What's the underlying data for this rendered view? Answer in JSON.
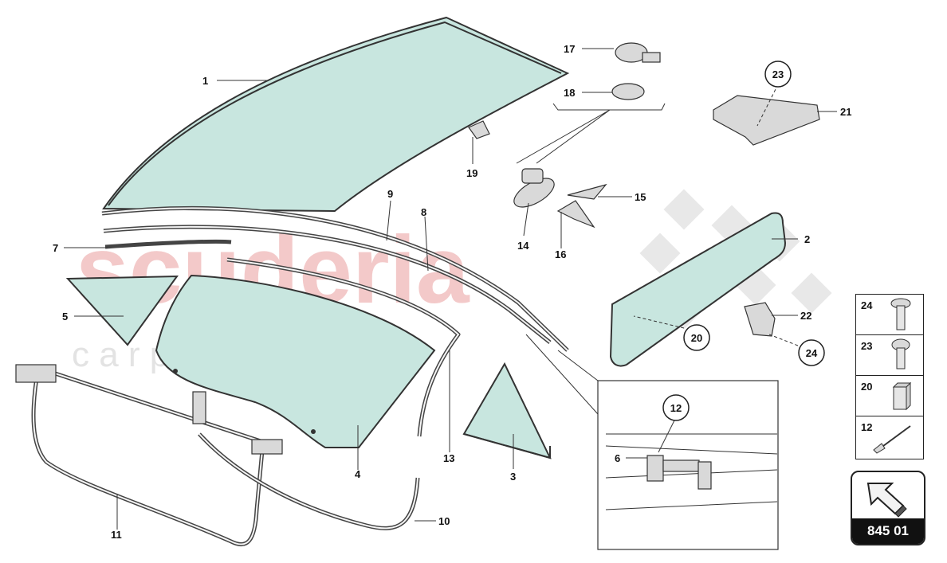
{
  "watermark": {
    "brand": "scuderia",
    "sub": "c a r   p a r t s"
  },
  "callouts": {
    "p1": "1",
    "p2": "2",
    "p3": "3",
    "p4": "4",
    "p5": "5",
    "p6": "6",
    "p7": "7",
    "p8": "8",
    "p9": "9",
    "p10": "10",
    "p11": "11",
    "p12": "12",
    "p13": "13",
    "p14": "14",
    "p15": "15",
    "p16": "16",
    "p17": "17",
    "p18": "18",
    "p19": "19",
    "p20": "20",
    "p21": "21",
    "p22": "22",
    "p23": "23",
    "p24": "24"
  },
  "circled": {
    "c12": "12",
    "c20": "20",
    "c23": "23",
    "c24": "24"
  },
  "legend": [
    {
      "num": "24",
      "icon": "bolt-flange-icon"
    },
    {
      "num": "23",
      "icon": "bolt-icon"
    },
    {
      "num": "20",
      "icon": "spacer-block-icon"
    },
    {
      "num": "12",
      "icon": "rivet-icon"
    }
  ],
  "badge": {
    "code": "845 01",
    "icon": "arrow-icon"
  }
}
